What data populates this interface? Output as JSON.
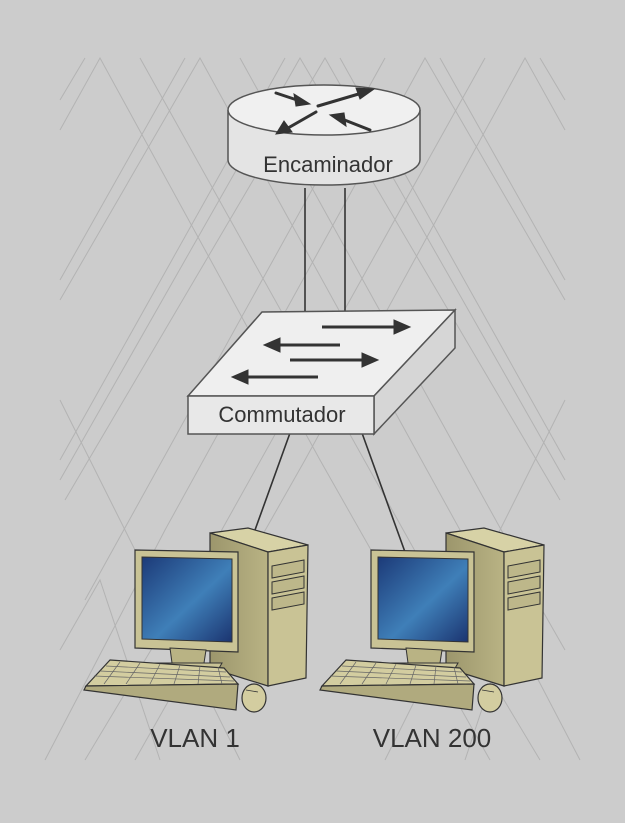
{
  "diagram": {
    "router": {
      "label": "Encaminador",
      "icon": "router-icon"
    },
    "switch": {
      "label": "Commutador",
      "icon": "switch-icon"
    },
    "hosts": [
      {
        "label": "VLAN 1",
        "icon": "desktop-computer-icon"
      },
      {
        "label": "VLAN 200",
        "icon": "desktop-computer-icon"
      }
    ],
    "links": [
      {
        "from": "router",
        "to": "switch"
      },
      {
        "from": "router",
        "to": "switch"
      },
      {
        "from": "switch",
        "to": "VLAN 1"
      },
      {
        "from": "switch",
        "to": "VLAN 200"
      }
    ]
  },
  "colors": {
    "background": "#cccccc",
    "device_face": "#ececec",
    "computer_beige": "#c9c395",
    "screen_blue": "#2b5d9a"
  }
}
